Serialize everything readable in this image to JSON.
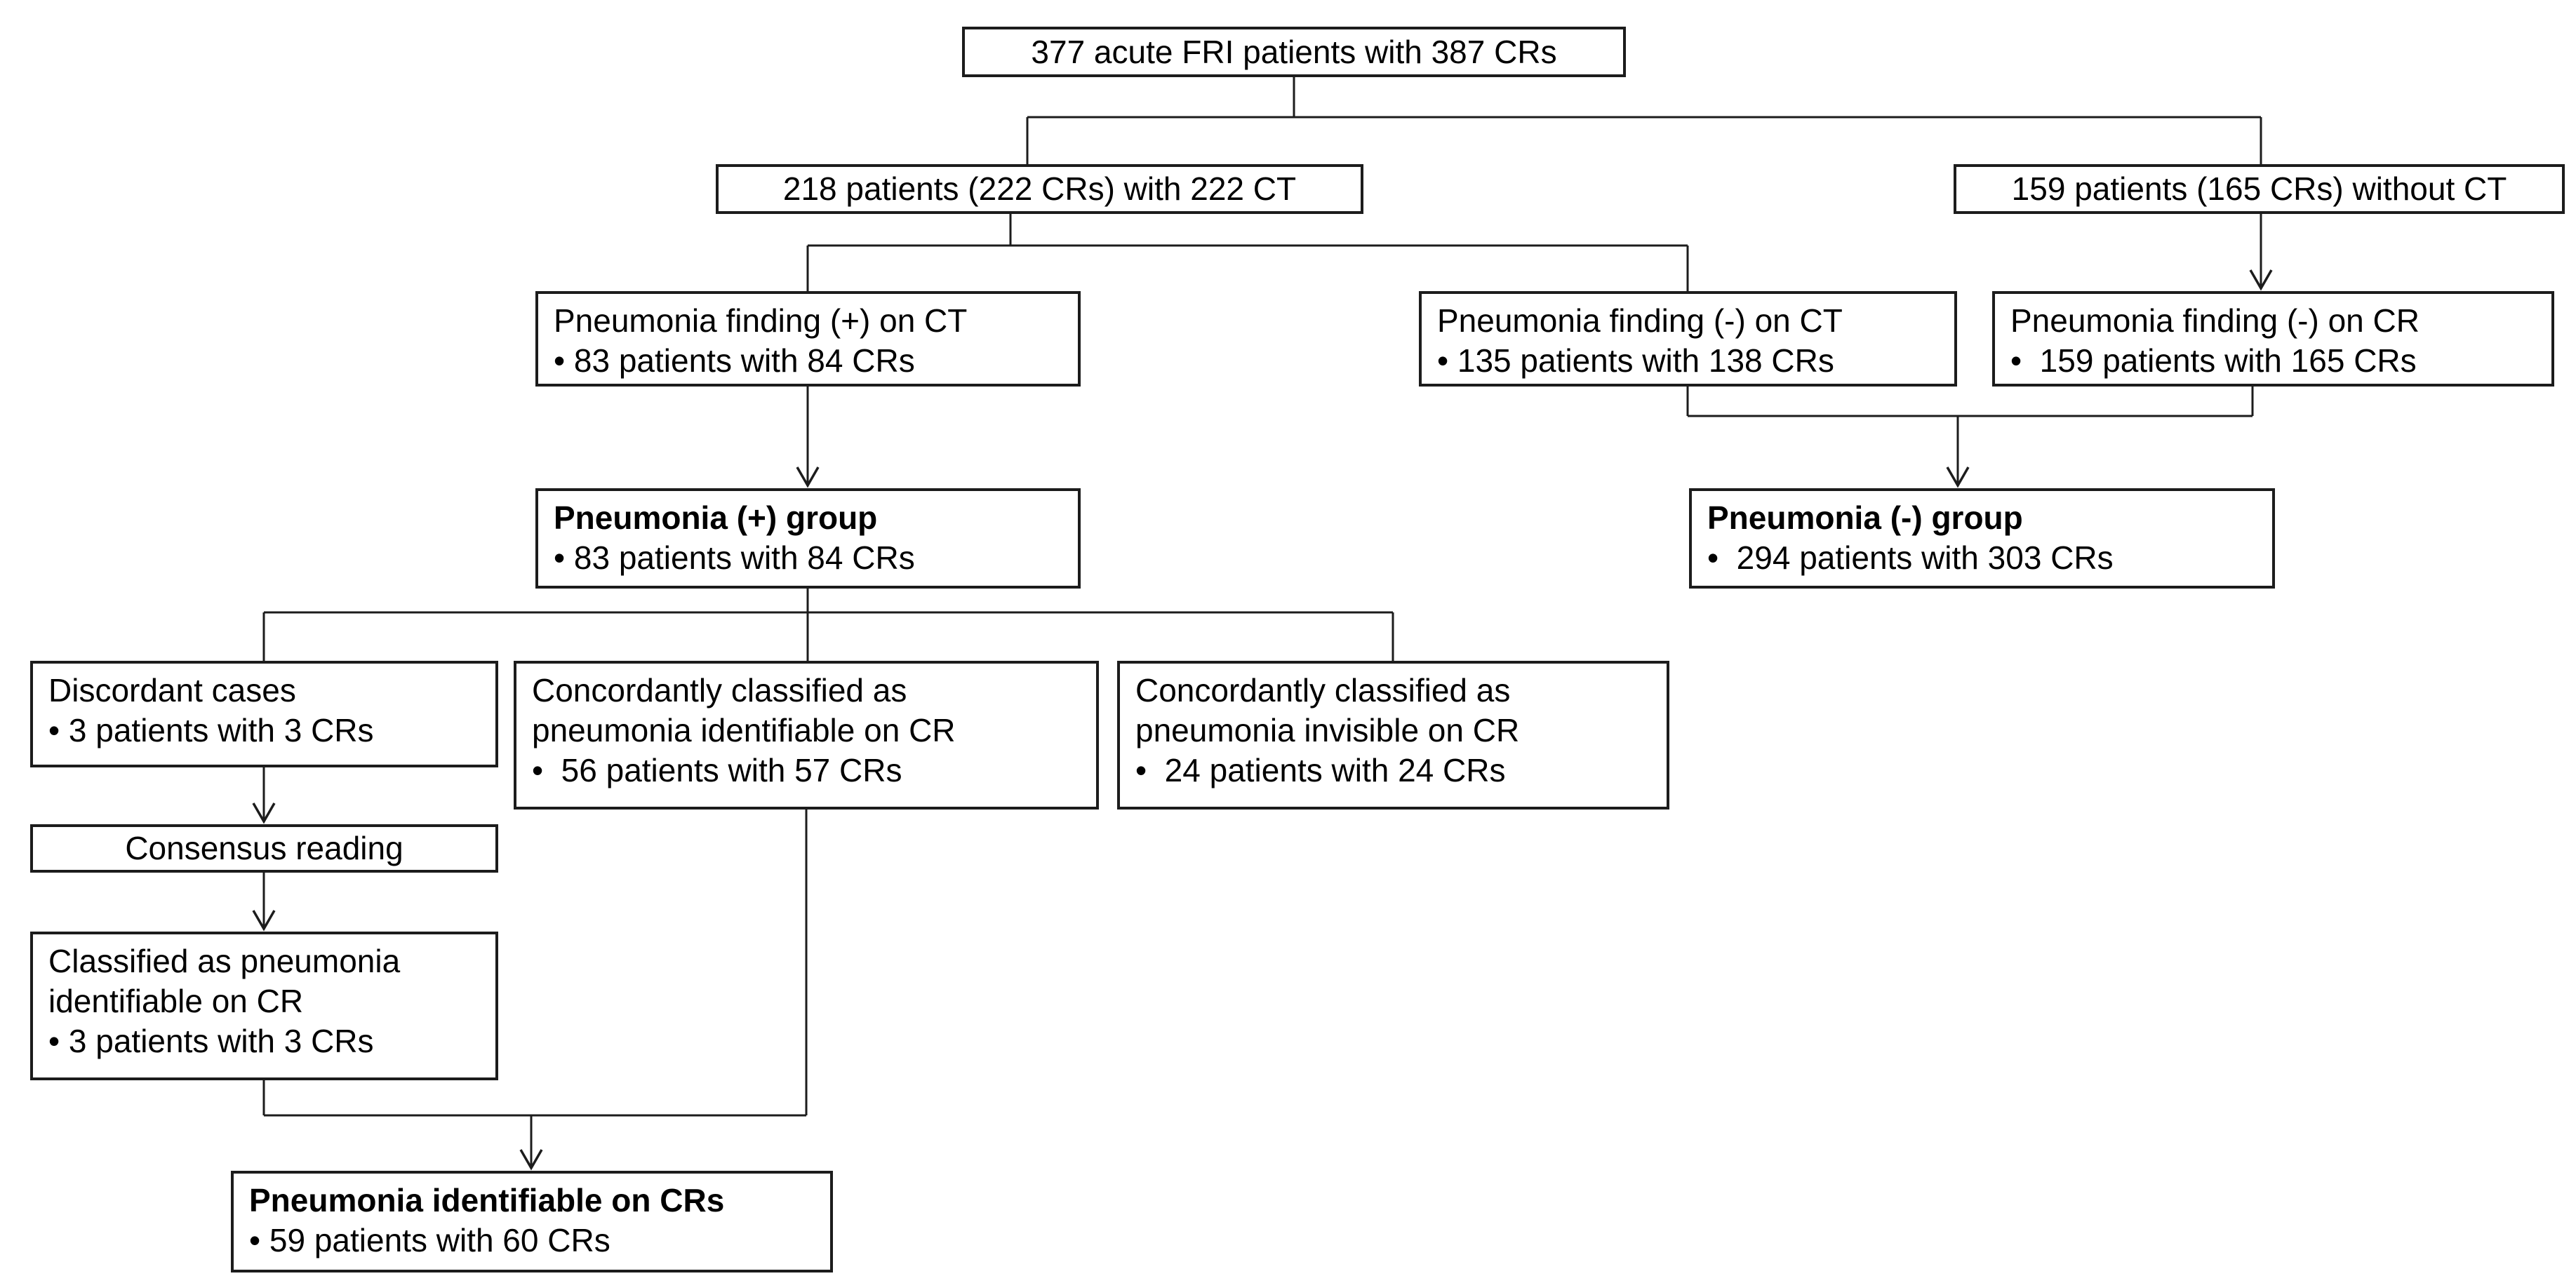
{
  "figure": {
    "type": "flowchart",
    "background_color": "#ffffff",
    "line_color": "#1c1c1c",
    "text_color": "#000000"
  },
  "nodes": {
    "root": {
      "line1": "377 acute FRI patients with 387 CRs"
    },
    "with_ct": {
      "line1": "218 patients (222 CRs) with 222 CT"
    },
    "without_ct": {
      "line1": "159 patients (165 CRs) without CT"
    },
    "ct_pos": {
      "line1": "Pneumonia finding (+) on CT",
      "line2": "• 83 patients with 84 CRs"
    },
    "ct_neg": {
      "line1": "Pneumonia finding (-) on CT",
      "line2": "• 135 patients with 138 CRs"
    },
    "cr_neg": {
      "line1": "Pneumonia finding (-) on CR",
      "line2": "•  159 patients with 165 CRs"
    },
    "pos_group": {
      "line1": "Pneumonia (+) group",
      "line2": "• 83 patients with 84 CRs"
    },
    "neg_group": {
      "line1": "Pneumonia (-) group",
      "line2": "•  294 patients with 303 CRs"
    },
    "discordant": {
      "line1": "Discordant cases",
      "line2": "• 3 patients with 3 CRs"
    },
    "conc_ident": {
      "line1": "Concordantly classified as",
      "line2": "pneumonia identifiable on CR",
      "line3": "•  56 patients with 57 CRs"
    },
    "conc_invis": {
      "line1": "Concordantly classified as",
      "line2": "pneumonia invisible on CR",
      "line3": "•  24 patients with 24 CRs"
    },
    "consensus": {
      "line1": "Consensus reading"
    },
    "classified": {
      "line1": "Classified as pneumonia",
      "line2": "identifiable on CR",
      "line3": "• 3 patients with 3 CRs"
    },
    "final": {
      "line1": "Pneumonia identifiable on CRs",
      "line2": "• 59 patients with 60 CRs"
    }
  },
  "edges": [
    {
      "from": "root",
      "to": "with_ct",
      "arrow": false
    },
    {
      "from": "root",
      "to": "without_ct",
      "arrow": false
    },
    {
      "from": "with_ct",
      "to": "ct_pos",
      "arrow": false
    },
    {
      "from": "with_ct",
      "to": "ct_neg",
      "arrow": false
    },
    {
      "from": "without_ct",
      "to": "cr_neg",
      "arrow": true
    },
    {
      "from": "ct_pos",
      "to": "pos_group",
      "arrow": true
    },
    {
      "from": "ct_neg",
      "to": "neg_group",
      "arrow": true
    },
    {
      "from": "cr_neg",
      "to": "neg_group",
      "arrow": true
    },
    {
      "from": "pos_group",
      "to": "discordant",
      "arrow": false
    },
    {
      "from": "pos_group",
      "to": "conc_ident",
      "arrow": false
    },
    {
      "from": "pos_group",
      "to": "conc_invis",
      "arrow": false
    },
    {
      "from": "discordant",
      "to": "consensus",
      "arrow": true
    },
    {
      "from": "consensus",
      "to": "classified",
      "arrow": true
    },
    {
      "from": "classified",
      "to": "final",
      "arrow": true
    },
    {
      "from": "conc_ident",
      "to": "final",
      "arrow": true
    }
  ]
}
